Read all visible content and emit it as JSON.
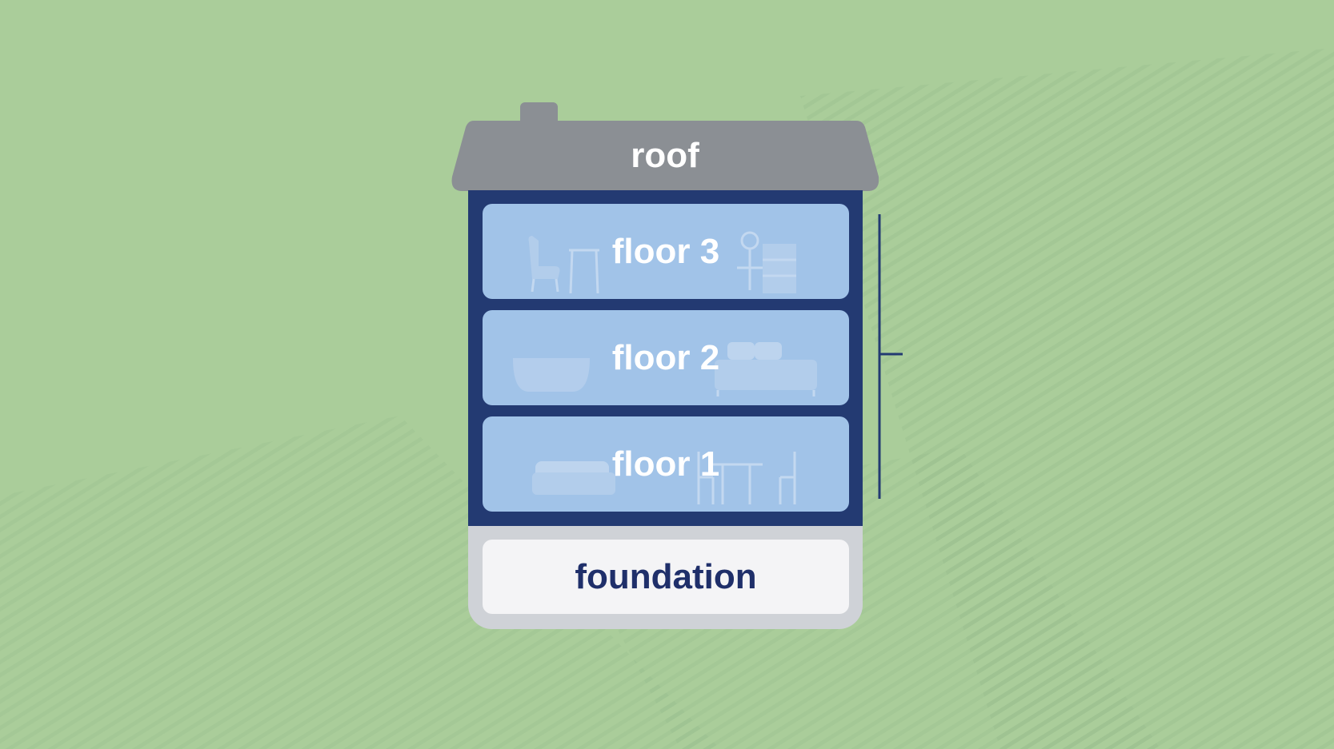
{
  "colors": {
    "background": "#aacd9a",
    "roof": "#8b8f94",
    "frame": "#233a72",
    "floor": "#a1c3e8",
    "foundation_frame": "#cfd2d7",
    "foundation": "#f4f4f6",
    "foundation_text": "#1f2f6a"
  },
  "house": {
    "roof_label": "roof",
    "floors": [
      "floor 3",
      "floor 2",
      "floor 1"
    ],
    "foundation_label": "foundation"
  },
  "icons": {
    "floor_3": [
      "armchair-icon",
      "table-icon",
      "desk-lamp-icon",
      "dresser-icon"
    ],
    "floor_2": [
      "bathtub-icon",
      "bed-icon"
    ],
    "floor_1": [
      "sofa-icon",
      "dining-table-icon",
      "chair-icon"
    ]
  }
}
